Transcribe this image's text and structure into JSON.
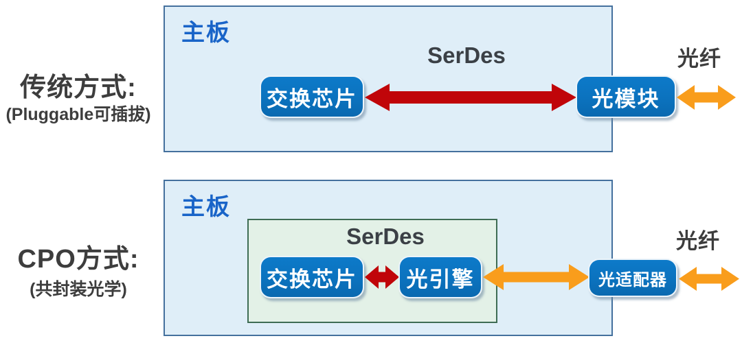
{
  "colors": {
    "board_fill": "#DFEEF8",
    "board_border": "#44709D",
    "serdes_box_fill": "#E3F1E7",
    "serdes_box_border": "#3E6C53",
    "chip_fill": "#0B72BE",
    "chip_text": "#FFFFFF",
    "red_arrow": "#C00509",
    "orange_arrow": "#F99D1C",
    "dark_text": "#3D3D3D",
    "board_label_text": "#1964C8"
  },
  "traditional": {
    "title": "传统方式:",
    "subtitle": "(Pluggable可插拔)",
    "board_label": "主板",
    "serdes_label": "SerDes",
    "switch_chip_label": "交换芯片",
    "optical_module_label": "光模块",
    "fiber_label": "光纤"
  },
  "cpo": {
    "title": "CPO方式:",
    "subtitle": "(共封装光学)",
    "board_label": "主板",
    "serdes_label": "SerDes",
    "switch_chip_label": "交换芯片",
    "optical_engine_label": "光引擎",
    "optical_adapter_label": "光适配器",
    "fiber_label": "光纤"
  }
}
